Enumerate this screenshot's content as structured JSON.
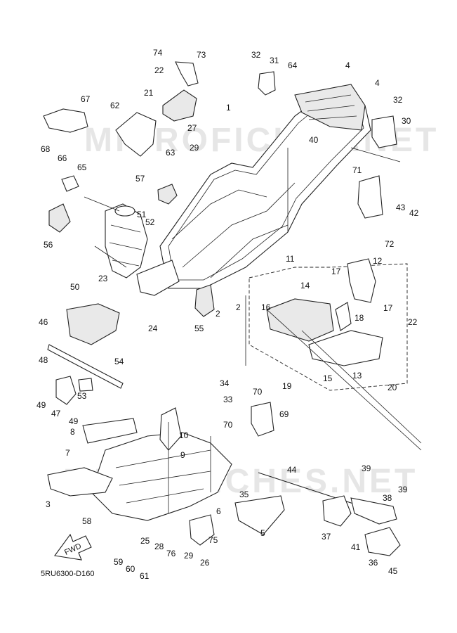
{
  "diagram_code": "5RU6300-D160",
  "watermark": "MICROFICHES.NET",
  "fwd_label": "FWD",
  "callouts": [
    "74",
    "73",
    "22",
    "21",
    "32",
    "31",
    "64",
    "4",
    "4",
    "32",
    "1",
    "30",
    "67",
    "62",
    "27",
    "29",
    "63",
    "40",
    "68",
    "66",
    "65",
    "57",
    "71",
    "43",
    "42",
    "51",
    "52",
    "72",
    "56",
    "11",
    "12",
    "17",
    "50",
    "23",
    "14",
    "16",
    "17",
    "18",
    "22",
    "2",
    "2",
    "46",
    "24",
    "55",
    "54",
    "48",
    "19",
    "15",
    "13",
    "20",
    "34",
    "70",
    "33",
    "53",
    "69",
    "49",
    "47",
    "49",
    "70",
    "8",
    "10",
    "9",
    "7",
    "44",
    "39",
    "39",
    "38",
    "3",
    "35",
    "6",
    "37",
    "58",
    "25",
    "28",
    "76",
    "75",
    "5",
    "41",
    "29",
    "26",
    "36",
    "59",
    "60",
    "61",
    "45"
  ]
}
